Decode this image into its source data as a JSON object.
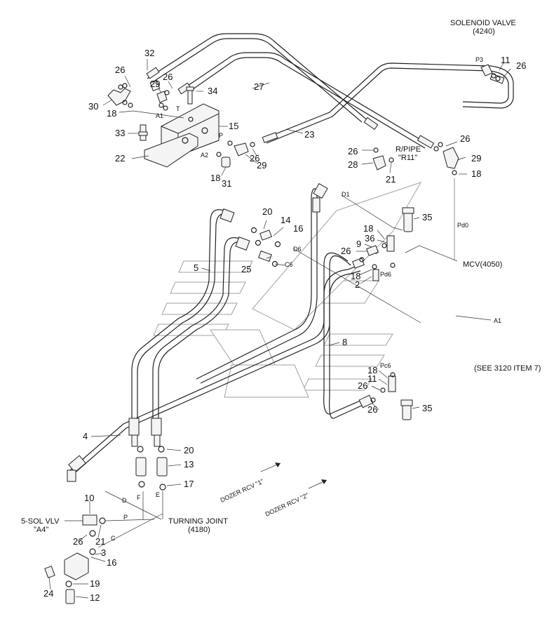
{
  "callouts": {
    "n2": "2",
    "n3": "3",
    "n4": "4",
    "n5": "5",
    "n8": "8",
    "n9": "9",
    "n10": "10",
    "n11a": "11",
    "n11b": "11",
    "n12": "12",
    "n13": "13",
    "n14": "14",
    "n15": "15",
    "n16a": "16",
    "n16b": "16",
    "n17": "17",
    "n18a": "18",
    "n18b": "18",
    "n18c": "18",
    "n18d": "18",
    "n18e": "18",
    "n18f": "18",
    "n19": "19",
    "n20a": "20",
    "n20b": "20",
    "n21a": "21",
    "n21b": "21",
    "n22": "22",
    "n23": "23",
    "n24": "24",
    "n25": "25",
    "n26a": "26",
    "n26b": "26",
    "n26c": "26",
    "n26d": "26",
    "n26e": "26",
    "n26f": "26",
    "n26g": "26",
    "n26h": "26",
    "n26i": "26",
    "n26j": "26",
    "n27": "27",
    "n28": "28",
    "n29a": "29",
    "n29b": "29",
    "n29c": "29",
    "n30": "30",
    "n31": "31",
    "n32": "32",
    "n33": "33",
    "n34": "34",
    "n35a": "35",
    "n35b": "35",
    "n36": "36"
  },
  "labels": {
    "solenoid_valve": "SOLENOID VALVE",
    "solenoid_code": "(4240)",
    "r_pipe": "R/PIPE",
    "r11": "\"R11\"",
    "mcv": "MCV(4050)",
    "see_3120": "(SEE 3120 ITEM 7)",
    "turning_joint": "TURNING JOINT",
    "turning_code": "(4180)",
    "sol_vlv": "5-SOL VLV",
    "a4": "\"A4\"",
    "dozer_rcv_1": "DOZER RCV \"1\"",
    "dozer_rcv_2": "DOZER RCV \"2\""
  },
  "ports": {
    "p3": "P3",
    "a1_top": "A1",
    "t": "T",
    "p_top": "P",
    "a2": "A2",
    "d1": "D1",
    "pd0": "Pd0",
    "d6": "D6",
    "c6": "C6",
    "pd6": "Pd6",
    "a1_right": "A1",
    "pc6": "Pc6",
    "d": "D",
    "f": "F",
    "e": "E",
    "p_bottom": "P",
    "c": "C"
  }
}
